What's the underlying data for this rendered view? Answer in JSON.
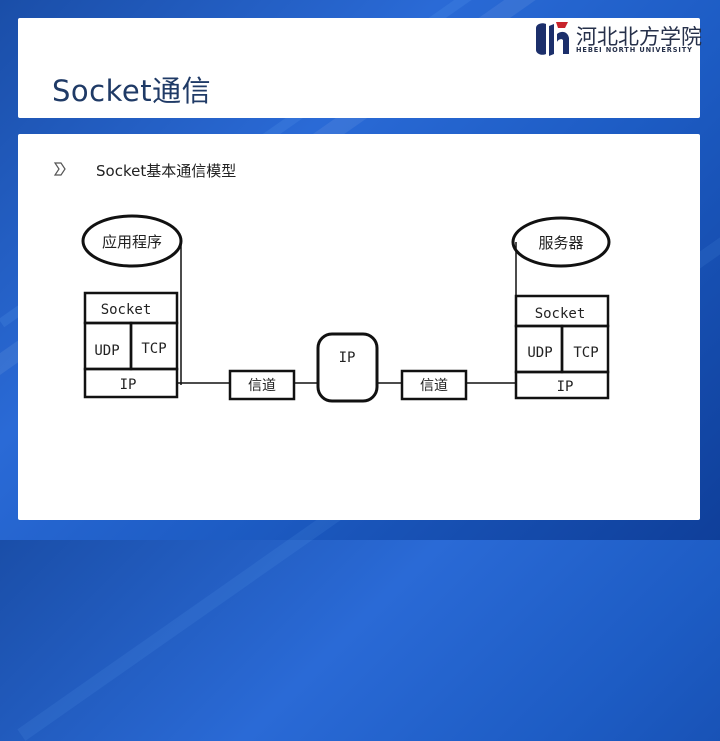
{
  "slide": {
    "title": "Socket通信",
    "bullet": "Socket基本通信模型"
  },
  "logo": {
    "chinese_name": "河北北方学院",
    "english_name": "HEBEI NORTH UNIVERSITY"
  },
  "diagram": {
    "left_app": "应用程序",
    "right_app": "服务器",
    "left_stack": {
      "socket": "Socket",
      "udp": "UDP",
      "tcp": "TCP",
      "ip": "IP"
    },
    "right_stack": {
      "socket": "Socket",
      "udp": "UDP",
      "tcp": "TCP",
      "ip": "IP"
    },
    "channel_left": "信道",
    "router_ip": "IP",
    "channel_right": "信道"
  },
  "colors": {
    "background": "#1d5cc4",
    "title_text": "#1f3a66",
    "panel": "#ffffff"
  }
}
